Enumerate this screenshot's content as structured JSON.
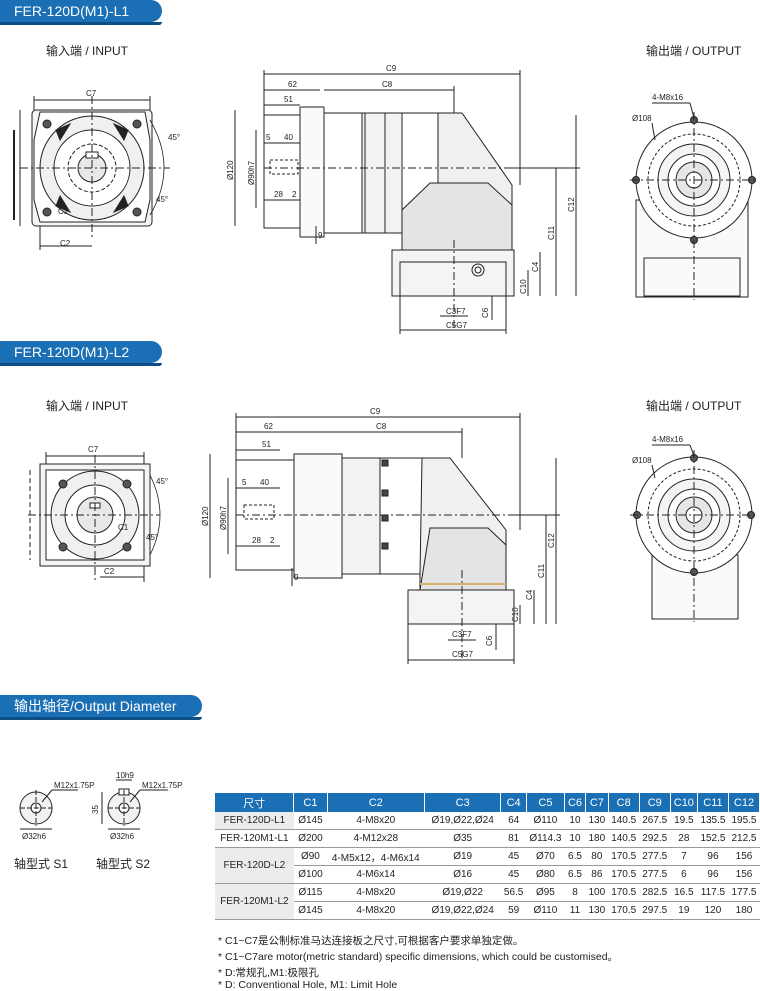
{
  "sections": {
    "l1_title": "FER-120D(M1)-L1",
    "l2_title": "FER-120D(M1)-L2",
    "output_title": "输出轴径/Output Diameter"
  },
  "views": {
    "input_label": "输入端 / INPUT",
    "output_label": "输出端 / OUTPUT"
  },
  "dims": {
    "c1": "C1",
    "c2": "C2",
    "c3": "C3F7",
    "c4": "C4",
    "c5": "C5G7",
    "c6": "C6",
    "c7": "C7",
    "c8": "C8",
    "c9": "C9",
    "c10": "C10",
    "c11": "C11",
    "c12": "C12",
    "d62": "62",
    "d51": "51",
    "d5": "5",
    "d40": "40",
    "d28": "28",
    "d2": "2",
    "d9": "9",
    "d120": "Ø120",
    "d90": "Ø90h7",
    "d108": "Ø108",
    "bolts": "4-M8x16",
    "angle": "45°"
  },
  "shafts": {
    "s1_label": "轴型式 S1",
    "s2_label": "轴型式 S2",
    "thread": "M12x1.75P",
    "diameter": "Ø32h6",
    "key_width": "10h9",
    "key_height": "35"
  },
  "table": {
    "headers": [
      "尺寸",
      "C1",
      "C2",
      "C3",
      "C4",
      "C5",
      "C6",
      "C7",
      "C8",
      "C9",
      "C10",
      "C11",
      "C12"
    ],
    "rows": [
      {
        "model": "FER-120D-L1",
        "cells": [
          "Ø145",
          "4-M8x20",
          "Ø19,Ø22,Ø24",
          "64",
          "Ø110",
          "10",
          "130",
          "140.5",
          "267.5",
          "19.5",
          "135.5",
          "195.5"
        ]
      },
      {
        "model": "FER-120M1-L1",
        "cells": [
          "Ø200",
          "4-M12x28",
          "Ø35",
          "81",
          "Ø114.3",
          "10",
          "180",
          "140.5",
          "292.5",
          "28",
          "152.5",
          "212.5"
        ]
      },
      {
        "model": "FER-120D-L2",
        "cells": [
          "Ø90",
          "4-M5x12，4-M6x14",
          "Ø19",
          "45",
          "Ø70",
          "6.5",
          "80",
          "170.5",
          "277.5",
          "7",
          "96",
          "156"
        ]
      },
      {
        "model": "",
        "cells": [
          "Ø100",
          "4-M6x14",
          "Ø16",
          "45",
          "Ø80",
          "6.5",
          "86",
          "170.5",
          "277.5",
          "6",
          "96",
          "156"
        ]
      },
      {
        "model": "FER-120M1-L2",
        "cells": [
          "Ø115",
          "4-M8x20",
          "Ø19,Ø22",
          "56.5",
          "Ø95",
          "8",
          "100",
          "170.5",
          "282.5",
          "16.5",
          "117.5",
          "177.5"
        ]
      },
      {
        "model": "",
        "cells": [
          "Ø145",
          "4-M8x20",
          "Ø19,Ø22,Ø24",
          "59",
          "Ø110",
          "11",
          "130",
          "170.5",
          "297.5",
          "19",
          "120",
          "180"
        ]
      }
    ]
  },
  "notes": {
    "n1": "* C1~C7是公制标准马达连接板之尺寸,可根据客户要求单独定做。",
    "n2": "* C1~C7are motor(metric standard)  specific dimensions, which could be customised。",
    "n3": "* D:常规孔,M1:极限孔",
    "n4": "* D: Conventional Hole, M1: Limit Hole"
  }
}
